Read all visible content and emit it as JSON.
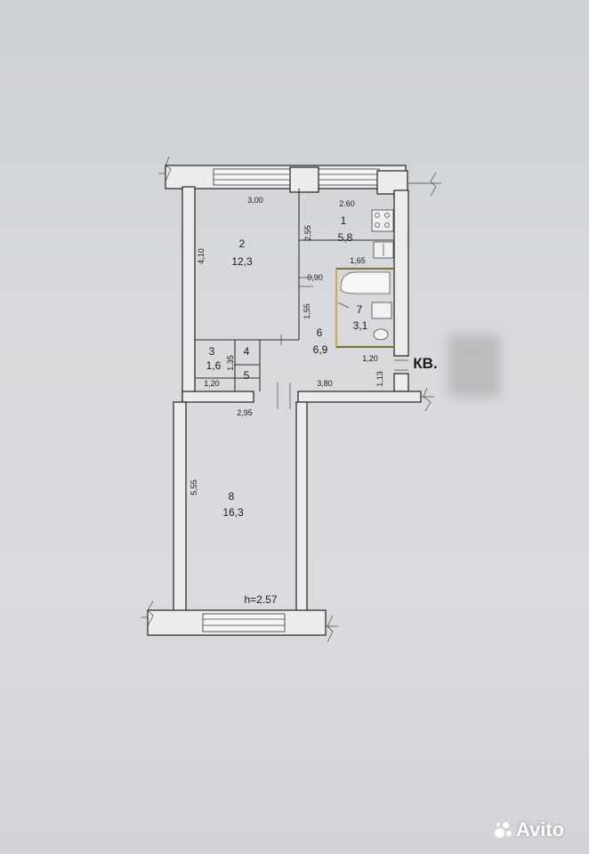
{
  "rooms": [
    {
      "num": "1",
      "area": "5,8"
    },
    {
      "num": "2",
      "area": "12,3"
    },
    {
      "num": "3",
      "area": "1,6"
    },
    {
      "num": "4",
      "area": ""
    },
    {
      "num": "5",
      "area": ""
    },
    {
      "num": "6",
      "area": "6,9"
    },
    {
      "num": "7",
      "area": "3,1"
    },
    {
      "num": "8",
      "area": "16,3"
    }
  ],
  "dimensions": {
    "d300": "3,00",
    "d260": "2.60",
    "d255": "2,55",
    "d410": "4,10",
    "d165": "1,65",
    "d090": "0,90",
    "d155": "1,55",
    "d135": "1,35",
    "d120a": "1,20",
    "d120b": "1,20",
    "d380": "3,80",
    "d113": "1,13",
    "d295": "2,95",
    "d555": "5,55"
  },
  "height_label": "h=2.57",
  "apartment_label": "КВ.",
  "watermark": "Avito"
}
